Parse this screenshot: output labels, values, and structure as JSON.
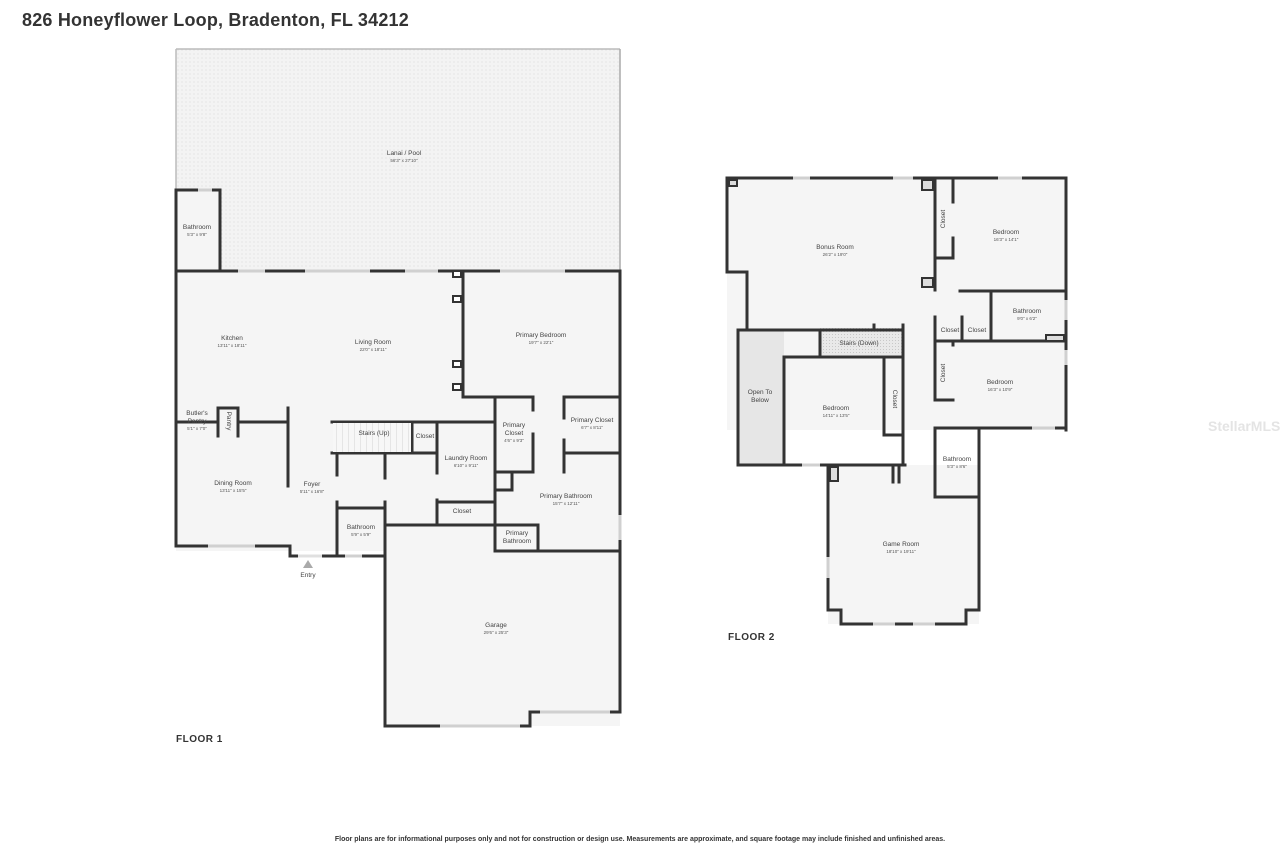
{
  "header": {
    "title": "826 Honeyflower Loop, Bradenton, FL 34212"
  },
  "floors": [
    {
      "label": "FLOOR 1",
      "rooms": [
        {
          "name": "Lanai / Pool",
          "dims": "56'3\" x 27'10\""
        },
        {
          "name": "Bathroom",
          "dims": "5'3\" x 9'8\""
        },
        {
          "name": "Kitchen",
          "dims": "13'11\" x 18'11\""
        },
        {
          "name": "Living Room",
          "dims": "22'0\" x 18'11\""
        },
        {
          "name": "Primary Bedroom",
          "dims": "19'7\" x 22'1\""
        },
        {
          "name": "Butler's Pantry",
          "dims": "5'1\" x 7'0\""
        },
        {
          "name": "Pantry",
          "dims": ""
        },
        {
          "name": "Stairs (Up)",
          "dims": ""
        },
        {
          "name": "Closet",
          "dims": ""
        },
        {
          "name": "Primary Closet",
          "dims": "4'6\" x 9'3\""
        },
        {
          "name": "Primary Closet",
          "dims": "6'7\" x 8'11\""
        },
        {
          "name": "Laundry Room",
          "dims": "6'10\" x 9'11\""
        },
        {
          "name": "Dining Room",
          "dims": "13'11\" x 15'5\""
        },
        {
          "name": "Foyer",
          "dims": "5'11\" x 16'8\""
        },
        {
          "name": "Primary Bathroom",
          "dims": "15'7\" x 12'11\""
        },
        {
          "name": "Closet",
          "dims": ""
        },
        {
          "name": "Bathroom",
          "dims": "5'9\" x 5'9\""
        },
        {
          "name": "Primary Bathroom",
          "dims": ""
        },
        {
          "name": "Garage",
          "dims": "29'6\" x 25'3\""
        }
      ],
      "entry_label": "Entry"
    },
    {
      "label": "FLOOR 2",
      "rooms": [
        {
          "name": "Bonus Room",
          "dims": "26'2\" x 19'0\""
        },
        {
          "name": "Closet",
          "dims": ""
        },
        {
          "name": "Bedroom",
          "dims": "16'3\" x 14'1\""
        },
        {
          "name": "Bathroom",
          "dims": "9'0\" x 6'2\""
        },
        {
          "name": "Closet",
          "dims": ""
        },
        {
          "name": "Closet",
          "dims": ""
        },
        {
          "name": "Stairs (Down)",
          "dims": ""
        },
        {
          "name": "Open To Below",
          "dims": ""
        },
        {
          "name": "Bedroom",
          "dims": "14'11\" x 13'5\""
        },
        {
          "name": "Closet",
          "dims": ""
        },
        {
          "name": "Closet",
          "dims": ""
        },
        {
          "name": "Bedroom",
          "dims": "16'3\" x 10'9\""
        },
        {
          "name": "Bathroom",
          "dims": "5'3\" x 8'6\""
        },
        {
          "name": "Game Room",
          "dims": "18'10\" x 19'11\""
        }
      ]
    }
  ],
  "footer": {
    "disclaimer": "Floor plans are for informational purposes only and not for construction or design use. Measurements are approximate, and square footage may include finished and unfinished areas."
  },
  "watermark": "StellarMLS",
  "colors": {
    "wall": "#333333",
    "floor": "#f5f5f5",
    "lanai": "#f1f1f1",
    "open_to_below": "#e6e6e6",
    "window": "#d8d8d8"
  }
}
